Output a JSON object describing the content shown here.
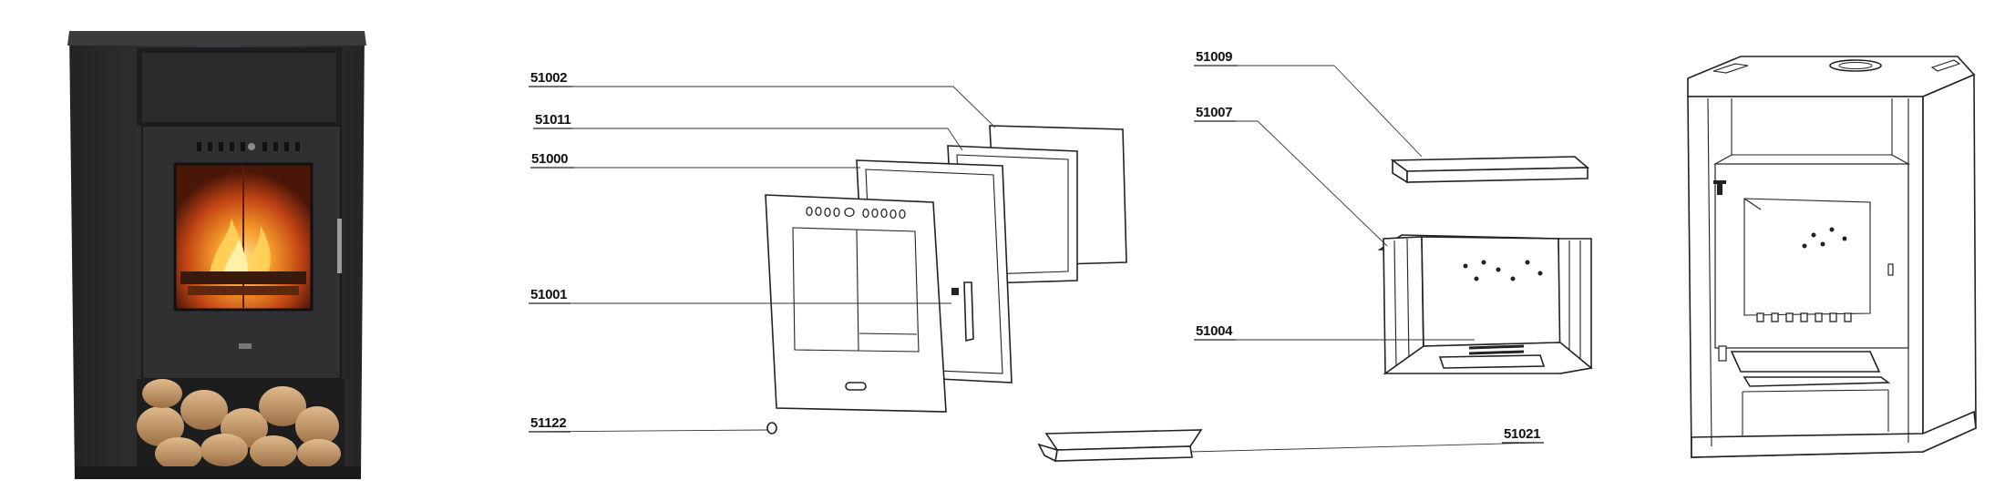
{
  "labels": {
    "glass": "51002",
    "glass_frame": "51011",
    "door_frame": "51000",
    "handle": "51001",
    "knob": "51122",
    "top_plate": "51009",
    "firebox": "51007",
    "grate": "51004",
    "ash_pan": "51021"
  },
  "colors": {
    "stove_body": "#2f2f30",
    "fire": "#e0641e",
    "line": "#222222",
    "wood": "#c89a6a"
  },
  "icons": {
    "stove_photo": "fireplace-stove-photo",
    "stove_drawing": "stove-line-drawing"
  }
}
